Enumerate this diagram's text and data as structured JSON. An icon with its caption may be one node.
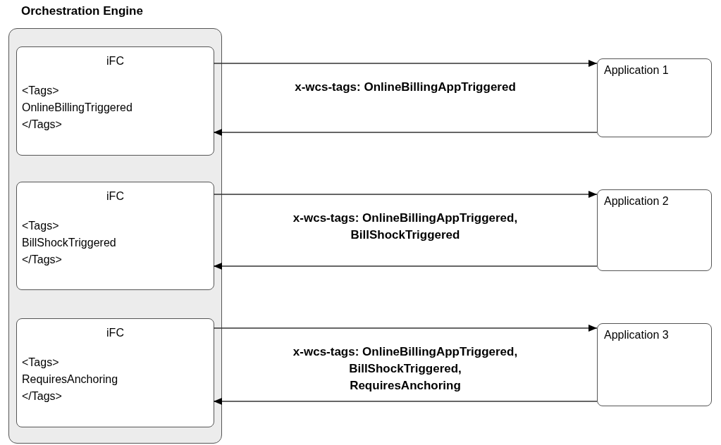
{
  "diagram": {
    "nodes": [
      {
        "text": [
          "Orchestration Engine"
        ]
      },
      {
        "text": [
          "iFC",
          "<Tags> OnlineBillingTriggered </Tags>"
        ],
        "in": 0
      },
      {
        "text": [
          "Application 1"
        ]
      },
      {
        "text": [
          "iFC",
          "<Tags> BillShockTriggered </Tags>"
        ],
        "in": 0
      },
      {
        "text": [
          "Application 2"
        ]
      },
      {
        "text": [
          "iFC",
          "<Tags> RequiresAnchoring </Tags>"
        ],
        "in": 0
      },
      {
        "text": [
          "Application 3"
        ]
      }
    ],
    "edges": [
      {
        "from": 1,
        "to": 2,
        "arrow": "to",
        "label": "x-wcs-tags: OnlineBillingAppTriggered"
      },
      {
        "from": 2,
        "to": 1,
        "arrow": "to"
      },
      {
        "from": 3,
        "to": 4,
        "arrow": "to",
        "label": "x-wcs-tags: OnlineBillingAppTriggered, BillShockTriggered"
      },
      {
        "from": 4,
        "to": 3,
        "arrow": "to"
      },
      {
        "from": 5,
        "to": 6,
        "arrow": "to",
        "label": "x-wcs-tags: OnlineBillingAppTriggered, BillShockTriggered, RequiresAnchoring"
      },
      {
        "from": 6,
        "to": 5,
        "arrow": "to"
      }
    ]
  }
}
